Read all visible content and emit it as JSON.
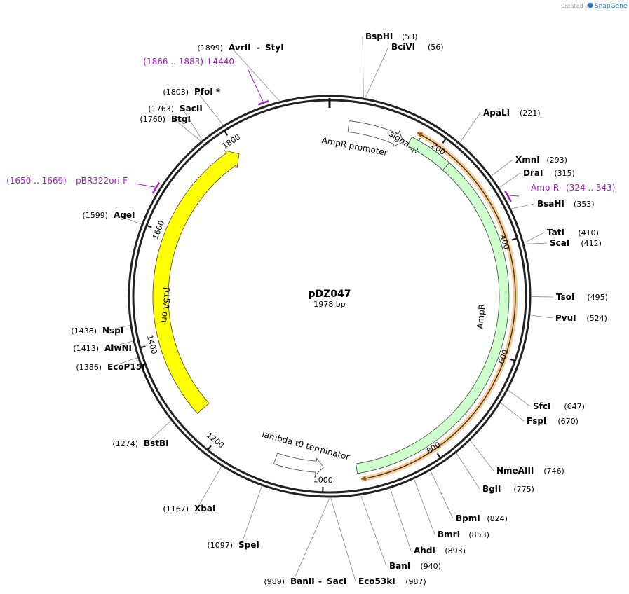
{
  "credit": {
    "prefix": "Created by",
    "brand": "SnapGene"
  },
  "plasmid": {
    "name": "pDZ047",
    "length_label": "1978 bp",
    "length": 1978
  },
  "colors": {
    "backbone": "#222222",
    "ampr": "#ccffcc",
    "signal": "#ccffcc",
    "p15a_ori": "#ffff00",
    "orf": "#e8a13c",
    "primer": "#a020c0",
    "promoter": "#ffffff",
    "terminator": "#ffffff"
  },
  "ticks": [
    {
      "label": "200",
      "pos": 200
    },
    {
      "label": "400",
      "pos": 400
    },
    {
      "label": "600",
      "pos": 600
    },
    {
      "label": "800",
      "pos": 800
    },
    {
      "label": "1000",
      "pos": 1000
    },
    {
      "label": "1200",
      "pos": 1200
    },
    {
      "label": "1400",
      "pos": 1400
    },
    {
      "label": "1600",
      "pos": 1600
    },
    {
      "label": "1800",
      "pos": 1800
    }
  ],
  "enzymes": [
    {
      "name": "BspHI",
      "pos": "(53)",
      "site": 53
    },
    {
      "name": "BciVI",
      "pos": "(56)",
      "site": 56
    },
    {
      "name": "ApaLI",
      "pos": "(221)",
      "site": 221
    },
    {
      "name": "XmnI",
      "pos": "(293)",
      "site": 293
    },
    {
      "name": "DraI",
      "pos": "(315)",
      "site": 315
    },
    {
      "name": "BsaHI",
      "pos": "(353)",
      "site": 353
    },
    {
      "name": "TatI",
      "pos": "(410)",
      "site": 410
    },
    {
      "name": "ScaI",
      "pos": "(412)",
      "site": 412
    },
    {
      "name": "TsoI",
      "pos": "(495)",
      "site": 495
    },
    {
      "name": "PvuI",
      "pos": "(524)",
      "site": 524
    },
    {
      "name": "SfcI",
      "pos": "(647)",
      "site": 647
    },
    {
      "name": "FspI",
      "pos": "(670)",
      "site": 670
    },
    {
      "name": "NmeAIII",
      "pos": "(746)",
      "site": 746
    },
    {
      "name": "BglI",
      "pos": "(775)",
      "site": 775
    },
    {
      "name": "BpmI",
      "pos": "(824)",
      "site": 824
    },
    {
      "name": "BmrI",
      "pos": "(853)",
      "site": 853
    },
    {
      "name": "AhdI",
      "pos": "(893)",
      "site": 893
    },
    {
      "name": "BanI",
      "pos": "(940)",
      "site": 940
    },
    {
      "name": "Eco53kI",
      "pos": "(987)",
      "site": 987
    },
    {
      "name": "BanII",
      "pos": "(989)",
      "site": 989,
      "extra": "SacI"
    },
    {
      "name": "SpeI",
      "pos": "(1097)",
      "site": 1097
    },
    {
      "name": "XbaI",
      "pos": "(1167)",
      "site": 1167
    },
    {
      "name": "BstBI",
      "pos": "(1274)",
      "site": 1274
    },
    {
      "name": "EcoP15I",
      "pos": "(1386)",
      "site": 1386
    },
    {
      "name": "AlwNI",
      "pos": "(1413)",
      "site": 1413
    },
    {
      "name": "NspI",
      "pos": "(1438)",
      "site": 1438
    },
    {
      "name": "AgeI",
      "pos": "(1599)",
      "site": 1599
    },
    {
      "name": "BtgI",
      "pos": "(1760)",
      "site": 1760
    },
    {
      "name": "SacII",
      "pos": "(1763)",
      "site": 1763
    },
    {
      "name": "PfoI *",
      "pos": "(1803)",
      "site": 1803
    },
    {
      "name": "AvrII",
      "pos": "(1899)",
      "site": 1899,
      "extra": "StyI"
    }
  ],
  "primers": [
    {
      "name": "L4440",
      "range": "(1866 .. 1883)",
      "start": 1866,
      "end": 1883
    },
    {
      "name": "Amp-R",
      "range": "(324 .. 343)",
      "start": 324,
      "end": 343
    },
    {
      "name": "pBR322ori-F",
      "range": "(1650 .. 1669)",
      "start": 1650,
      "end": 1669
    }
  ],
  "features": [
    {
      "name": "AmpR promoter",
      "start": 35,
      "end": 140
    },
    {
      "name": "signa...:",
      "start": 150,
      "end": 230
    },
    {
      "name": "AmpR",
      "start": 150,
      "end": 940
    },
    {
      "name": "lambda t0 terminator",
      "start": 1000,
      "end": 1090
    },
    {
      "name": "p15A ori",
      "start": 1255,
      "end": 1800
    }
  ]
}
